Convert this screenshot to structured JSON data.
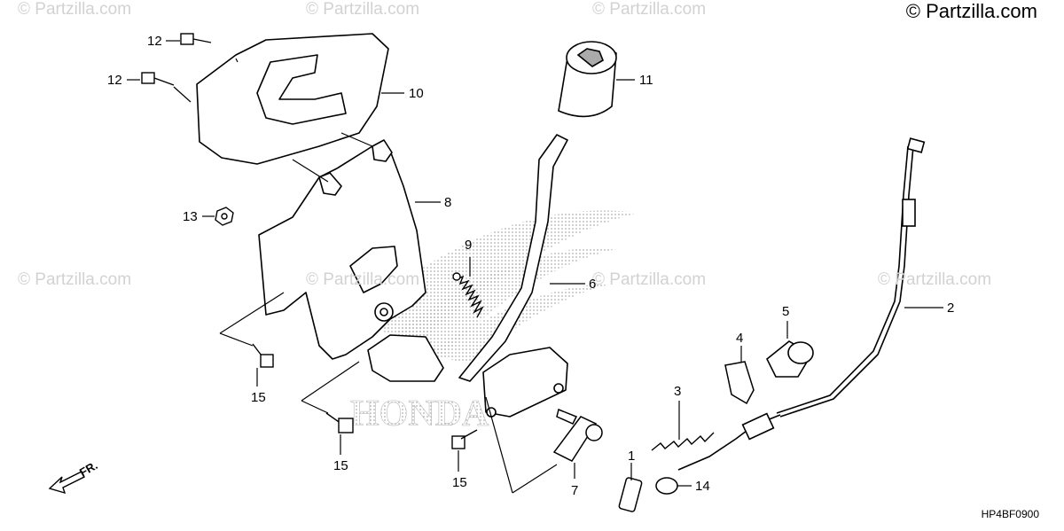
{
  "copyright": "© Partzilla.com",
  "watermark": "© Partzilla.com",
  "brand_watermark": "HONDA",
  "front_label": "FR.",
  "diagram_code": "HP4BF0900",
  "callouts": [
    "12",
    "12",
    "10",
    "11",
    "8",
    "13",
    "9",
    "6",
    "2",
    "5",
    "4",
    "3",
    "15",
    "15",
    "15",
    "1",
    "14",
    "7"
  ],
  "colors": {
    "line": "#000000",
    "watermark": "#d2d2d2",
    "fill": "#ffffff"
  }
}
